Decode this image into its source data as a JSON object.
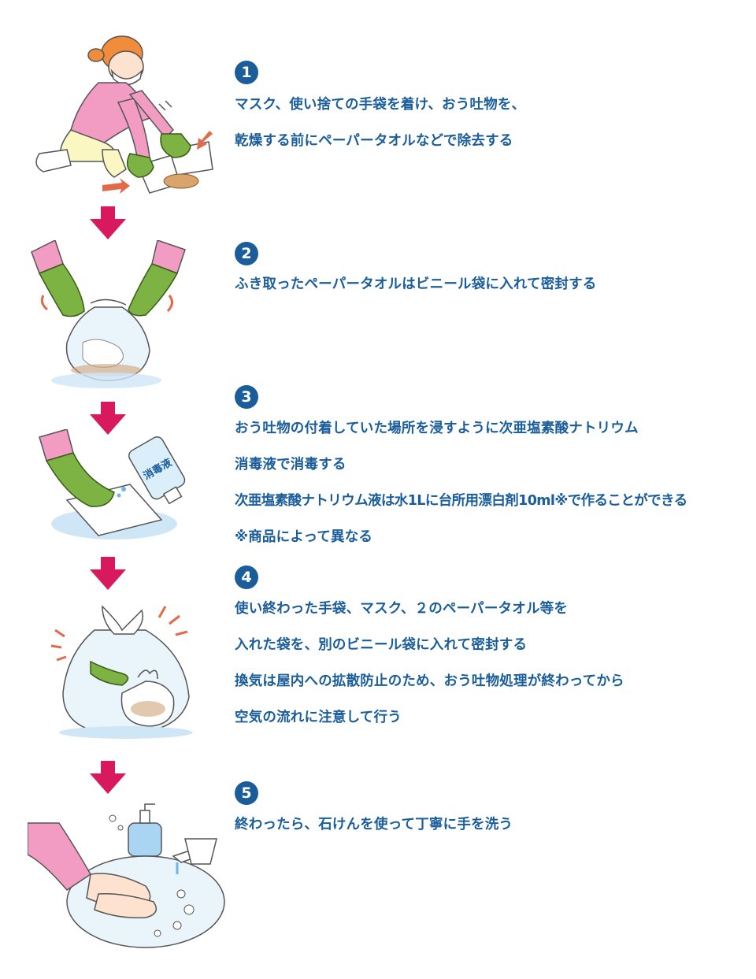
{
  "steps": [
    {
      "number": "1",
      "lines": [
        "マスク、使い捨ての手袋を着け、おう吐物を、",
        "乾燥する前にペーパータオルなどで除去する"
      ]
    },
    {
      "number": "2",
      "lines": [
        "ふき取ったペーパータオルはビニール袋に入れて密封する"
      ]
    },
    {
      "number": "3",
      "lines": [
        "おう吐物の付着していた場所を浸すように次亜塩素酸ナトリウム",
        "消毒液で消毒する",
        "次亜塩素酸ナトリウム液は水1Lに台所用漂白剤10ml※で作ることができる",
        "※商品によって異なる"
      ]
    },
    {
      "number": "4",
      "lines": [
        "使い終わった手袋、マスク、２のペーパータオル等を",
        "入れた袋を、別のビニール袋に入れて密封する",
        "換気は屋内への拡散防止のため、おう吐物処理が終わってから",
        "空気の流れに注意して行う"
      ]
    },
    {
      "number": "5",
      "lines": [
        "終わったら、石けんを使って丁寧に手を洗う"
      ]
    }
  ],
  "bottle_label": "消毒液",
  "colors": {
    "text": "#1a5d9a",
    "arrow": "#d9195e",
    "glove": "#7cb342",
    "sleeve": "#f29cc4",
    "water": "#cfe6f7"
  }
}
